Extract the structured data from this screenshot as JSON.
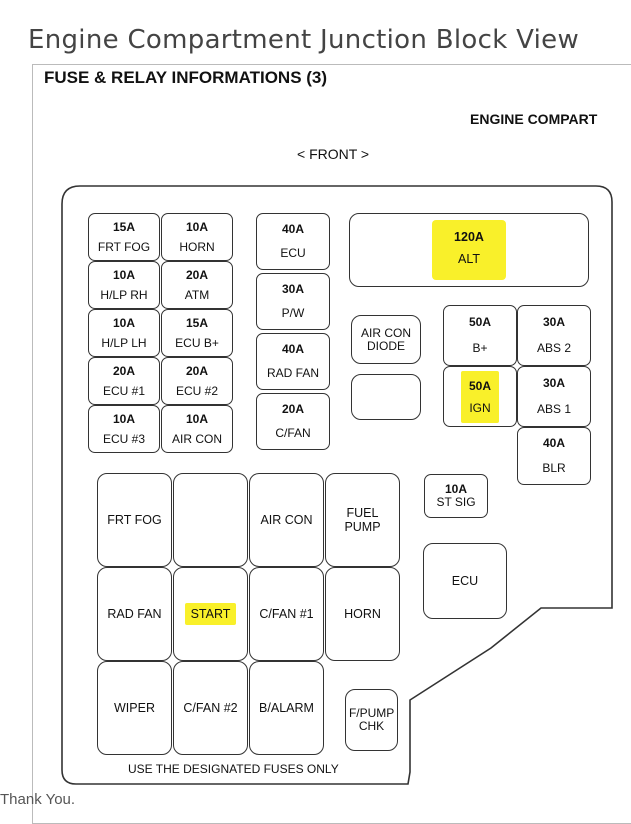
{
  "page_title": "Engine Compartment Junction Block View",
  "doc_heading": "FUSE & RELAY INFORMATIONS (3)",
  "doc_subheading": "ENGINE COMPART",
  "front_label": "< FRONT >",
  "footer_note": "USE THE DESIGNATED FUSES ONLY",
  "closing_text": "Thank You.",
  "highlight_color": "#f9f02a",
  "fuses_left": [
    {
      "amp": "15A",
      "label": "FRT FOG"
    },
    {
      "amp": "10A",
      "label": "HORN"
    },
    {
      "amp": "10A",
      "label": "H/LP RH"
    },
    {
      "amp": "20A",
      "label": "ATM"
    },
    {
      "amp": "10A",
      "label": "H/LP LH"
    },
    {
      "amp": "15A",
      "label": "ECU B+"
    },
    {
      "amp": "20A",
      "label": "ECU #1"
    },
    {
      "amp": "20A",
      "label": "ECU #2"
    },
    {
      "amp": "10A",
      "label": "ECU #3"
    },
    {
      "amp": "10A",
      "label": "AIR CON"
    }
  ],
  "fuses_middle": [
    {
      "amp": "40A",
      "label": "ECU"
    },
    {
      "amp": "30A",
      "label": "P/W"
    },
    {
      "amp": "40A",
      "label": "RAD FAN"
    },
    {
      "amp": "20A",
      "label": "C/FAN"
    }
  ],
  "alt_fuse": {
    "amp": "120A",
    "label": "ALT"
  },
  "air_con_diode": "AIR CON DIODE",
  "fuses_right": [
    {
      "amp": "50A",
      "label": "B+"
    },
    {
      "amp": "30A",
      "label": "ABS 2"
    },
    {
      "amp": "50A",
      "label": "IGN"
    },
    {
      "amp": "30A",
      "label": "ABS 1"
    },
    {
      "amp": "40A",
      "label": "BLR"
    }
  ],
  "st_sig_fuse": {
    "amp": "10A",
    "label": "ST SIG"
  },
  "ecu_box": "ECU",
  "relays": [
    "FRT FOG",
    "",
    "AIR CON",
    "FUEL PUMP",
    "RAD FAN",
    "START",
    "C/FAN #1",
    "HORN",
    "WIPER",
    "C/FAN #2",
    "B/ALARM"
  ],
  "fpump_chk": "F/PUMP CHK"
}
